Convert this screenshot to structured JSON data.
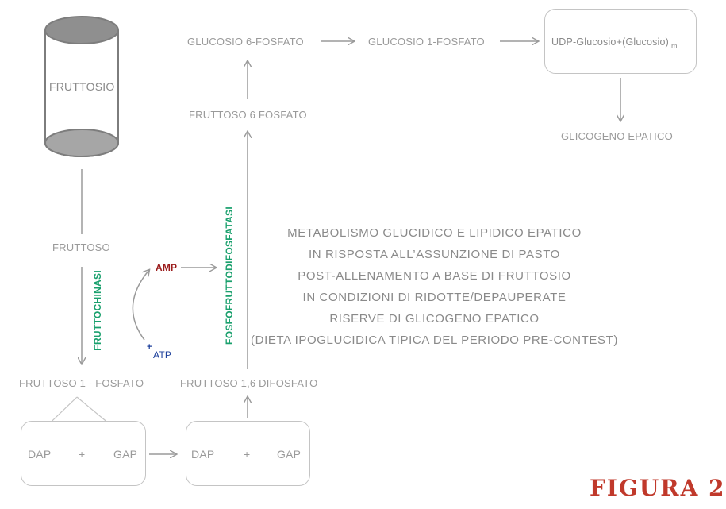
{
  "cylinder": {
    "label": "FRUTTOSIO"
  },
  "nodes": {
    "fruttoso": "FRUTTOSO",
    "f1p": "FRUTTOSO 1 - FOSFATO",
    "f16dp": "FRUTTOSO 1,6 DIFOSFATO",
    "f6p": "FRUTTOSO 6 FOSFATO",
    "g6p": "GLUCOSIO 6-FOSFATO",
    "g1p": "GLUCOSIO 1-FOSFATO",
    "udp": "UDP-Glucosio+(Glucosio)",
    "udp_sub": "m",
    "glicogeno": "GLICOGENO EPATICO"
  },
  "boxes": {
    "left": {
      "dap": "DAP",
      "plus": "+",
      "gap": "GAP"
    },
    "right": {
      "dap": "DAP",
      "plus": "+",
      "gap": "GAP"
    }
  },
  "enzymes": {
    "fruttochinasi": "FRUTTOCHINASI",
    "fosfofruttodifosfatasi": "FOSFOFRUTTODIFOSFATASI"
  },
  "cofactors": {
    "amp": "AMP",
    "atp": "ATP",
    "atp_sign": "+"
  },
  "caption": {
    "lines": [
      "METABOLISMO GLUCIDICO E LIPIDICO EPATICO",
      "IN RISPOSTA ALL’ASSUNZIONE DI PASTO",
      "POST-ALLENAMENTO A BASE DI FRUTTOSIO",
      "IN CONDIZIONI DI RIDOTTE/DEPAUPERATE",
      "RISERVE DI GLICOGENO EPATICO",
      "(DIETA IPOGLUCIDICA TIPICA DEL PERIODO PRE-CONTEST)"
    ]
  },
  "figure_label": "FIGURA 2",
  "colors": {
    "text": "#9a9a9a",
    "enzyme": "#1aa06d",
    "amp": "#9b1c1c",
    "atp": "#1c3f9b",
    "figure": "#c0392b",
    "cylinder_fill": "#a6a6a6"
  }
}
